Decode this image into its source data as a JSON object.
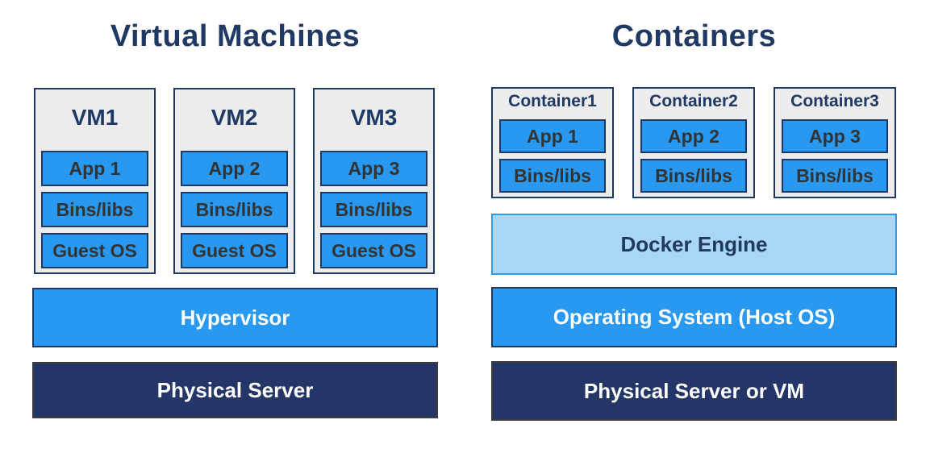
{
  "left": {
    "title": "Virtual Machines",
    "vms": [
      {
        "name": "VM1",
        "app": "App 1",
        "bins": "Bins/libs",
        "os": "Guest OS"
      },
      {
        "name": "VM2",
        "app": "App 2",
        "bins": "Bins/libs",
        "os": "Guest OS"
      },
      {
        "name": "VM3",
        "app": "App 3",
        "bins": "Bins/libs",
        "os": "Guest OS"
      }
    ],
    "hypervisor_label": "Hypervisor",
    "physical_label": "Physical Server"
  },
  "right": {
    "title": "Containers",
    "containers": [
      {
        "name": "Container1",
        "app": "App 1",
        "bins": "Bins/libs"
      },
      {
        "name": "Container2",
        "app": "App 2",
        "bins": "Bins/libs"
      },
      {
        "name": "Container3",
        "app": "App 3",
        "bins": "Bins/libs"
      }
    ],
    "docker_label": "Docker Engine",
    "host_os_label": "Operating System (Host OS)",
    "physical_label": "Physical Server or VM"
  },
  "colors": {
    "bright_blue": "#2898F0",
    "light_blue": "#A9D6F5",
    "navy_fill": "#243567",
    "navy_text": "#1F3864",
    "box_gray": "#ECECEC",
    "inner_text": "#333333"
  }
}
